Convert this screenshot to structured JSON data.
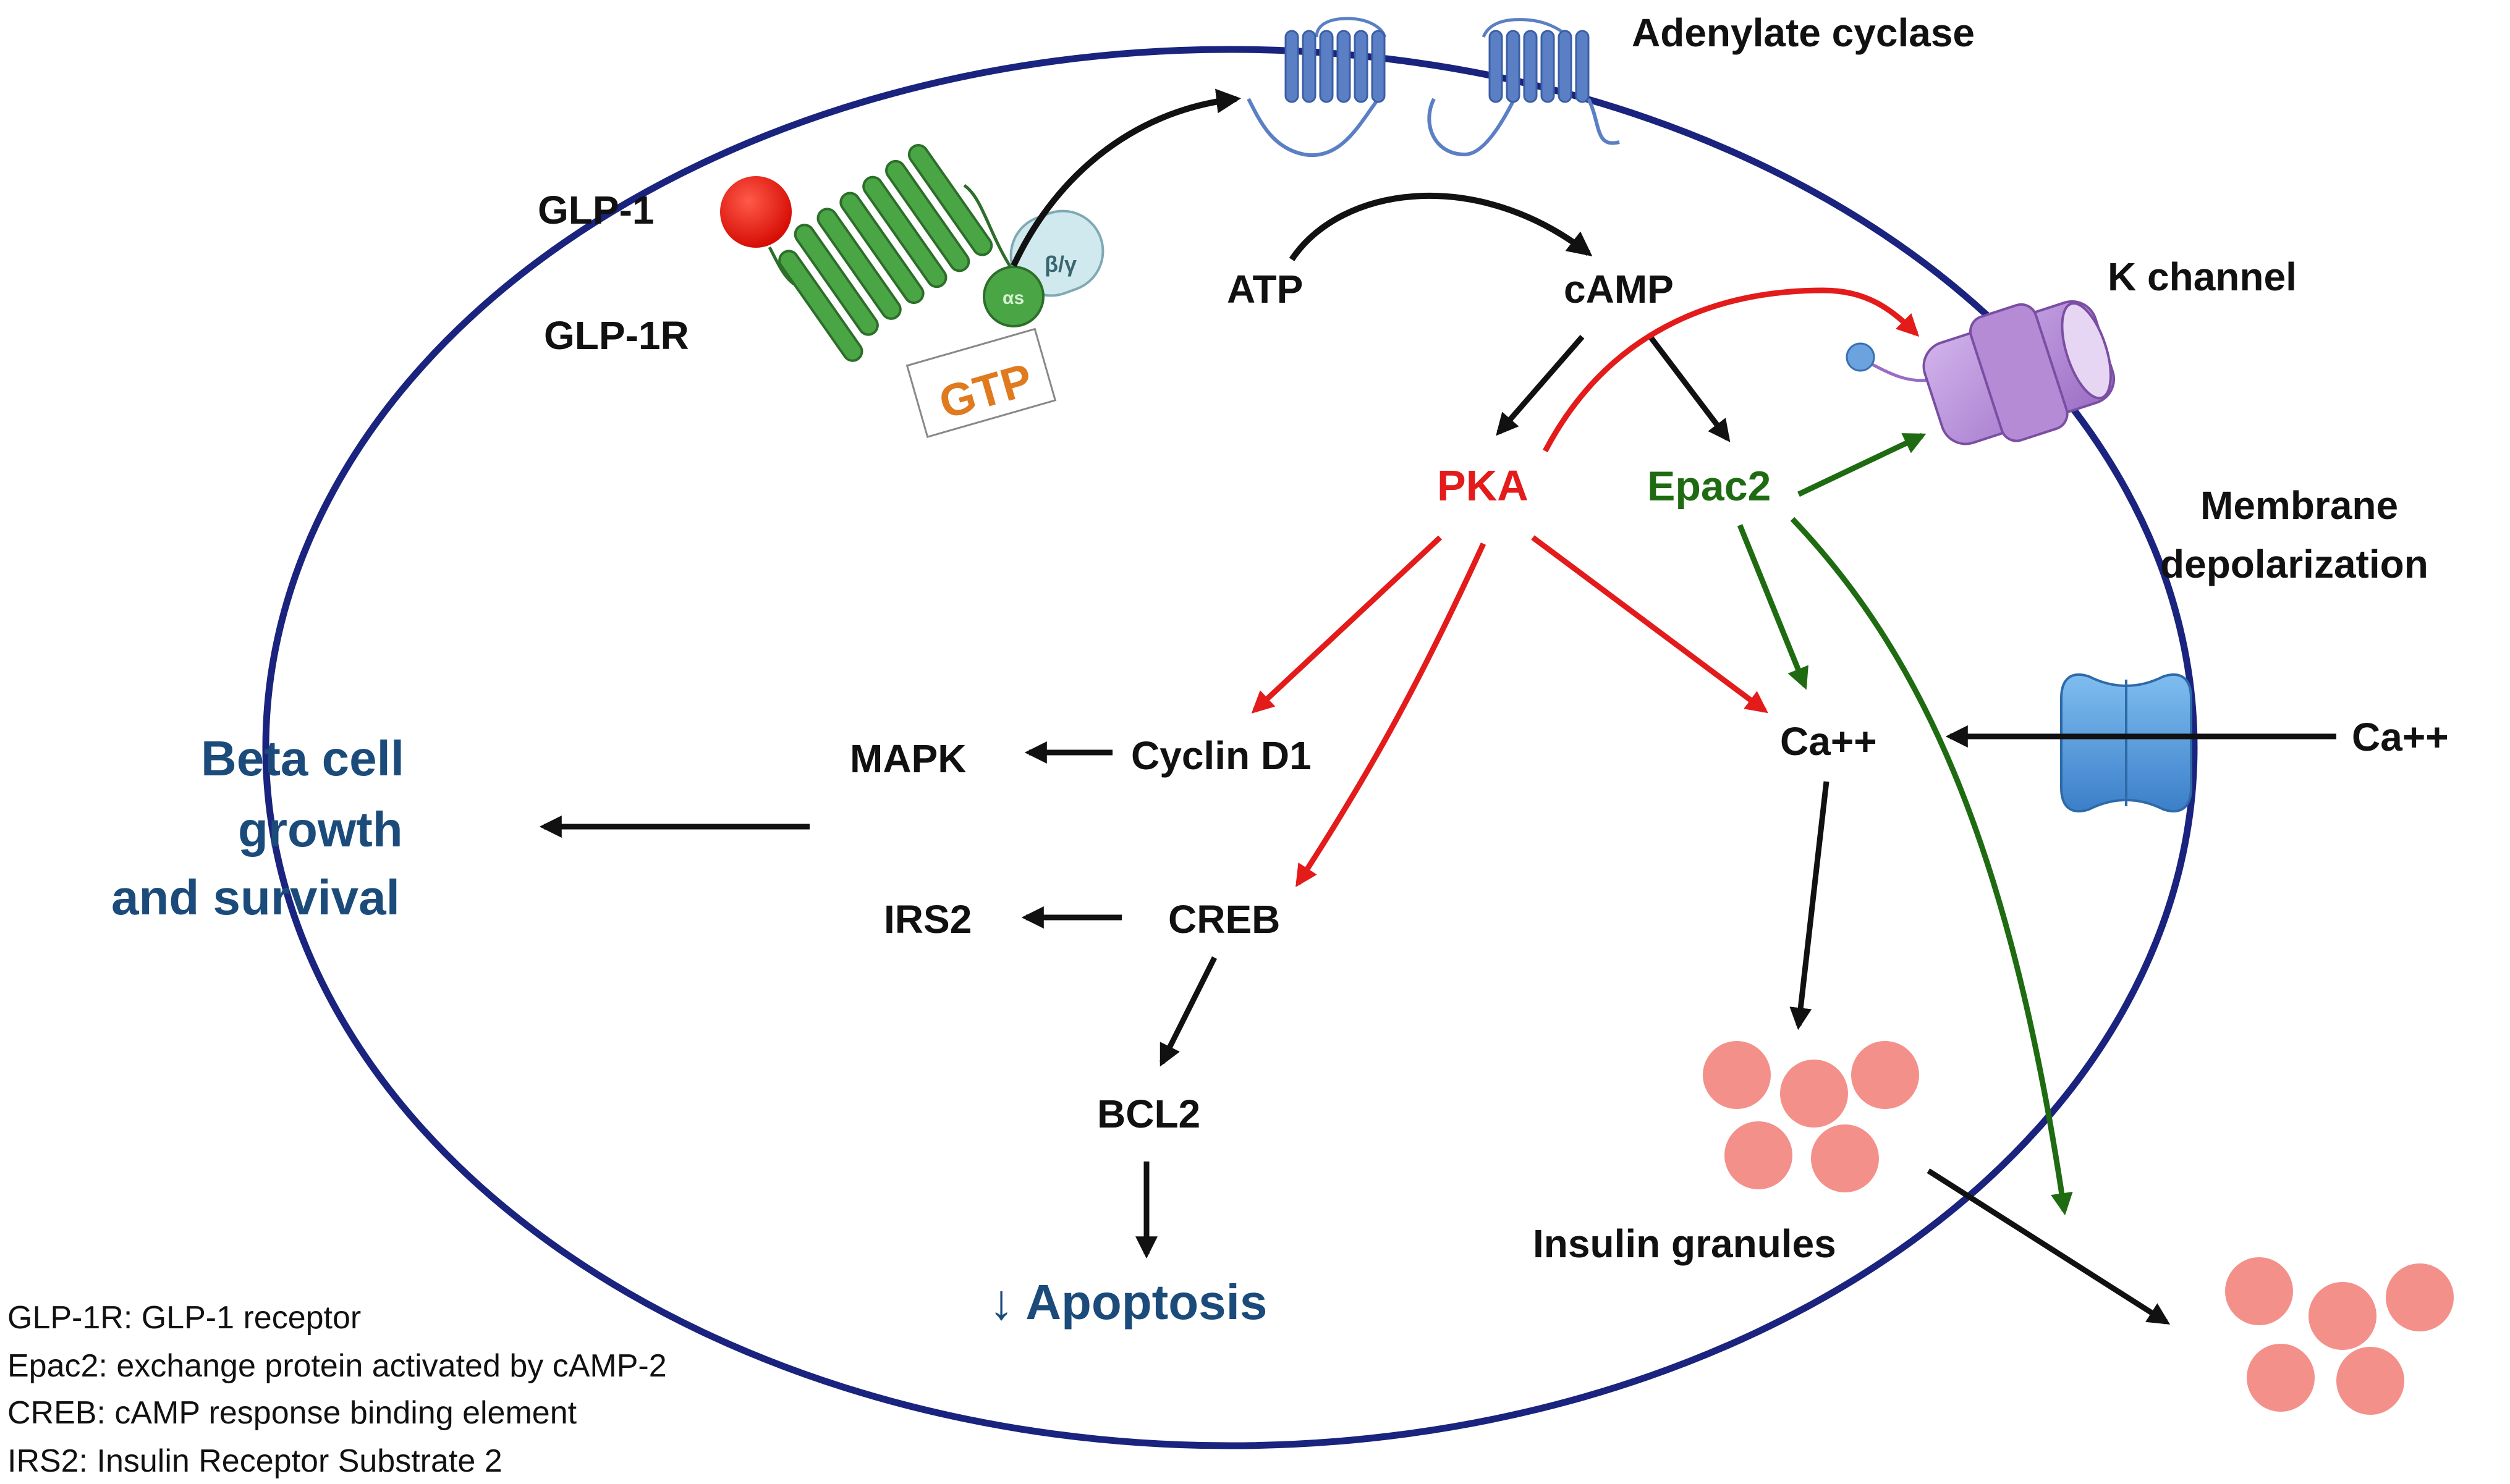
{
  "labels": {
    "adenylate_cyclase": "Adenylate cyclase",
    "glp1": "GLP-1",
    "glp1r": "GLP-1R",
    "gtp": "GTP",
    "alpha_s": "αs",
    "beta_gamma": "β/γ",
    "atp": "ATP",
    "camp": "cAMP",
    "k_channel": "K channel",
    "pka": "PKA",
    "epac2": "Epac2",
    "membrane_depolarization_line1": "Membrane",
    "membrane_depolarization_line2": "depolarization",
    "cyclin_d1": "Cyclin D1",
    "mapk": "MAPK",
    "creb": "CREB",
    "irs2": "IRS2",
    "bcl2": "BCL2",
    "apoptosis": "↓ Apoptosis",
    "ca_inside": "Ca++",
    "ca_outside": "Ca++",
    "insulin_granules": "Insulin granules",
    "beta_cell_line1": "Beta cell",
    "beta_cell_line2": "growth",
    "beta_cell_line3": "and survival"
  },
  "legend": [
    "GLP-1R: GLP-1 receptor",
    "Epac2: exchange protein activated by cAMP-2",
    "CREB: cAMP response binding element",
    "IRS2: Insulin Receptor Substrate 2"
  ],
  "colors": {
    "cell_membrane": "#1a237e",
    "pka_path": "#e31b1b",
    "epac_path": "#1f6b12",
    "neutral_path": "#111111",
    "outcome_text": "#1b4b7a",
    "receptor": "#3e9b3a",
    "glp1_ligand": "#e8160c",
    "k_channel": "#b58bd6",
    "ca_channel": "#4a90d9",
    "adenylate_cyclase": "#5b7fc4",
    "insulin_granule": "#f4908a",
    "gtp_text": "#e07a1f"
  }
}
